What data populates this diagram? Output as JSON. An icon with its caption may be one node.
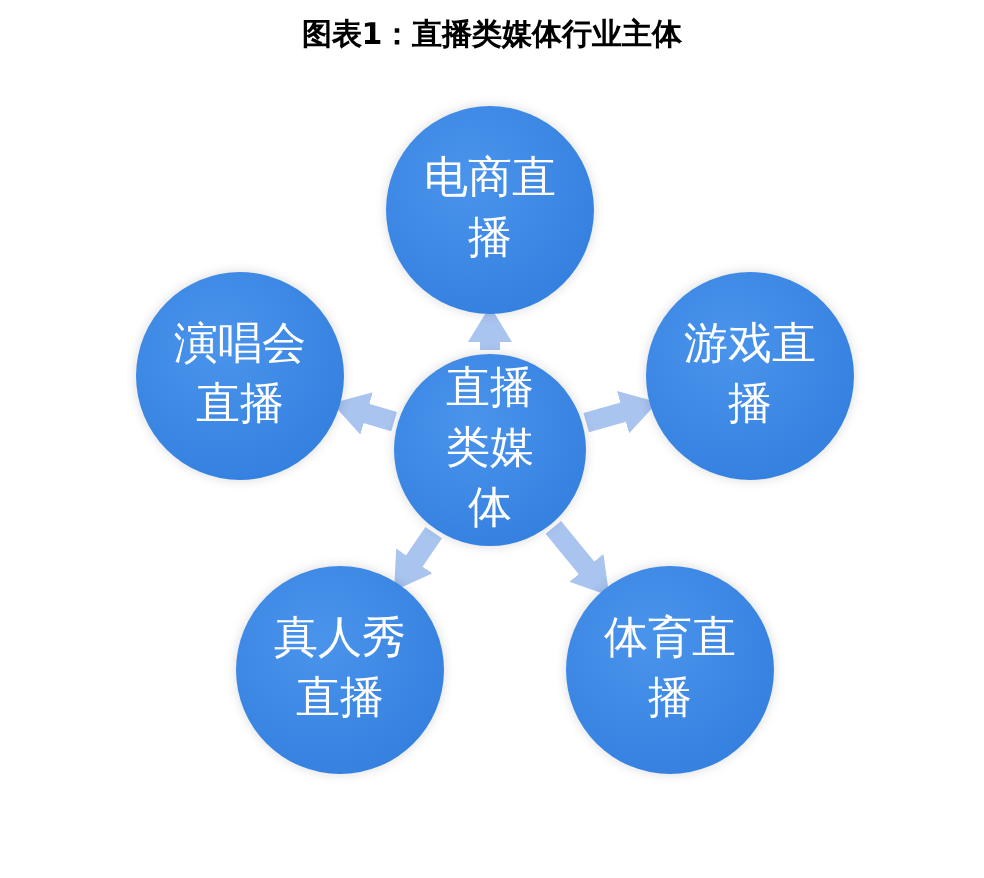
{
  "diagram": {
    "title": "图表1：直播类媒体行业主体",
    "nodes": [
      {
        "text": [
          "直播类媒体"
        ]
      },
      {
        "text": [
          "电商直播"
        ]
      },
      {
        "text": [
          "游戏直播"
        ]
      },
      {
        "text": [
          "体育直播"
        ]
      },
      {
        "text": [
          "真人秀直播"
        ]
      },
      {
        "text": [
          "演唱会直播"
        ]
      }
    ],
    "edges": [
      {
        "from": 0,
        "to": 1,
        "arrow": "to"
      },
      {
        "from": 0,
        "to": 2,
        "arrow": "to"
      },
      {
        "from": 0,
        "to": 3,
        "arrow": "to"
      },
      {
        "from": 0,
        "to": 4,
        "arrow": "to"
      },
      {
        "from": 0,
        "to": 5,
        "arrow": "to"
      }
    ]
  }
}
